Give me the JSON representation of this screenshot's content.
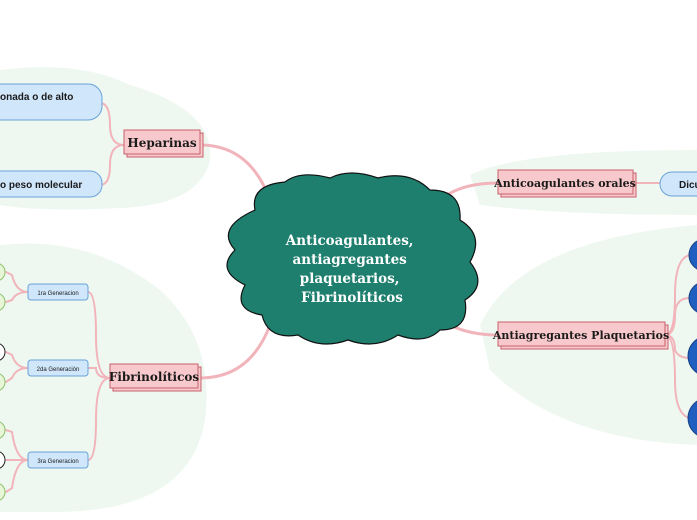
{
  "central": {
    "lines": [
      "Anticoagulantes,",
      "antiagregantes",
      "plaquetarios,",
      "Fibrinolíticos"
    ]
  },
  "heparinas": {
    "label": "Heparinas",
    "children": [
      "onada o de alto",
      "o peso molecular"
    ]
  },
  "fibrinoliticos": {
    "label": "Fibrinolíticos",
    "children": [
      "1ra Generacion",
      "2da Generación",
      "3ra Generacion"
    ]
  },
  "anticoagulantes_orales": {
    "label": "Anticoagulantes orales",
    "children": [
      "Dicu"
    ]
  },
  "antiagregantes": {
    "label": "Antiagregantes Plaquetarios"
  },
  "colors": {
    "central_fill": "#1f7f6e",
    "branch_fill": "#f8c9cc",
    "branch_border": "#c9606b",
    "connector": "#f2b4bb",
    "leaf_fill": "#cfe6fb",
    "leaf_border": "#6aa3d8",
    "blue_node": "#1f5fbf",
    "zone_fill": "#eef8f1"
  }
}
